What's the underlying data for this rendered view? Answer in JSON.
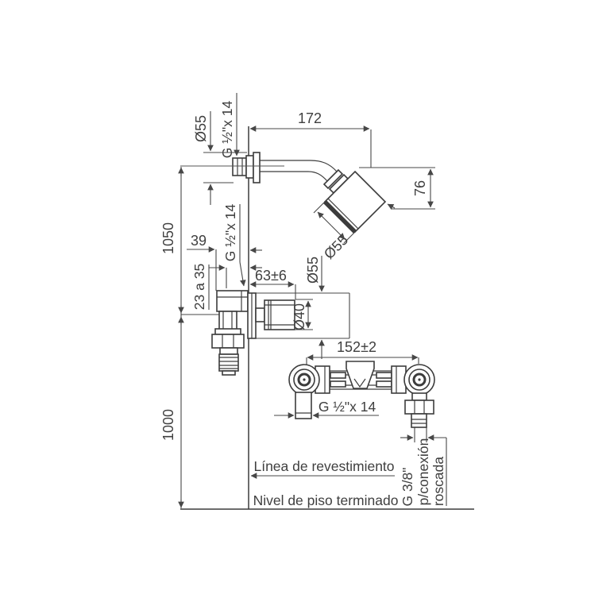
{
  "drawing": {
    "title": "shower-column-installation-diagram",
    "colors": {
      "line": "#3c3c3c",
      "dimension_line": "#474747",
      "text": "#3f3f3f",
      "background": "#ffffff"
    },
    "labels": {
      "arm_projection": "172",
      "head_depth": "76",
      "head_diameter": "Ø55",
      "flange_diameter": "Ø55",
      "arm_thread": "G ½\"x 14",
      "riser_height": "1050",
      "mixer_height": "1000",
      "body_depth": "39",
      "body_depth_range": "23 a 35",
      "handle_projection": "63±6",
      "trim_thread": "G ½\"x 14",
      "escutcheon_diameter": "Ø55",
      "handle_diameter": "Ø40",
      "inlet_spacing": "152±2",
      "inlet_thread": "G ½\"x 14",
      "finish_line": "Línea de revestimiento",
      "floor_line": "Nivel de piso terminado",
      "connection_thread": "G 3/8\"",
      "connection_note_line1": "p/conexión",
      "connection_note_line2": "roscada"
    }
  }
}
